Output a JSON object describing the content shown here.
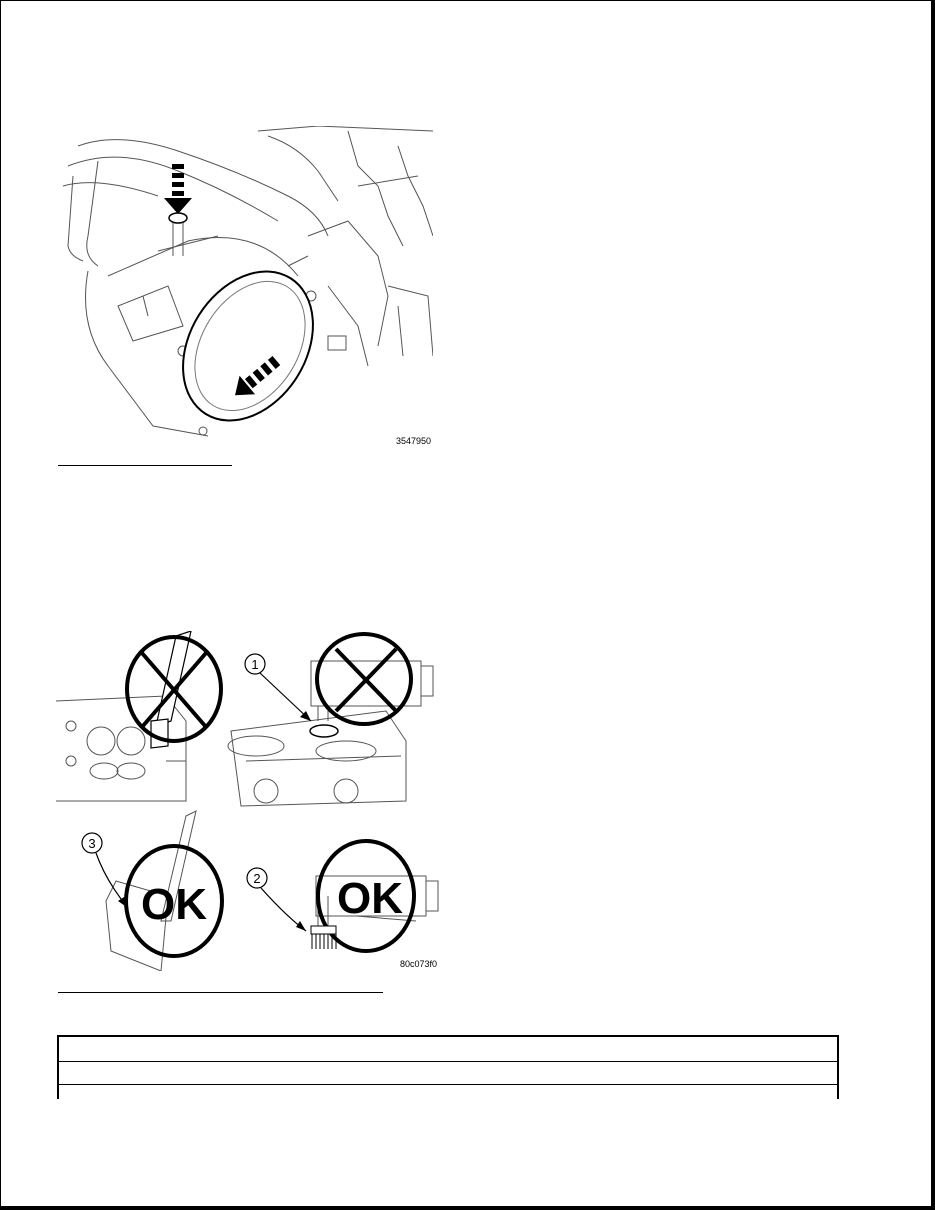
{
  "figures": [
    {
      "id": "3547950"
    },
    {
      "id": "80c073f0",
      "callouts": [
        "1",
        "2",
        "3"
      ],
      "ok_label": "OK"
    }
  ]
}
